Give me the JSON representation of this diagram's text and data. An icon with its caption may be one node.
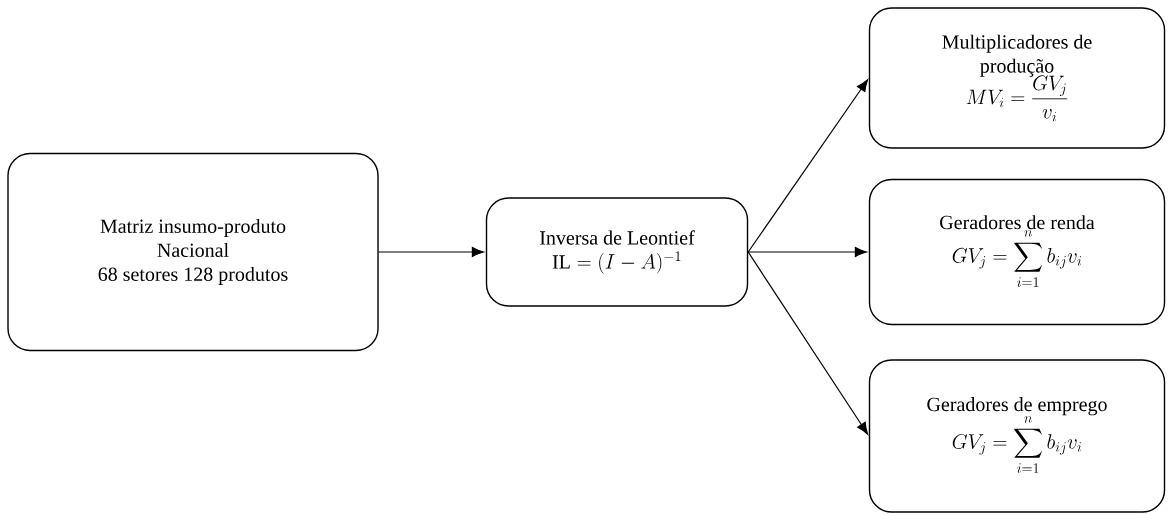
{
  "diagram": {
    "nodes": [
      {
        "text": [
          "Matriz insumo-produto",
          "Nacional",
          "68 setores 128 produtos"
        ]
      },
      {
        "text": [
          "Inversa de Leontief",
          "\\mathrm{IL} = (I-A)^{-1}"
        ]
      },
      {
        "text": [
          "Multiplicadores de produção",
          "MV_i = \\frac{GV_j}{v_i}"
        ]
      },
      {
        "text": [
          "Geradores de renda",
          "GV_j = \\sum_{i=1}^{n} b_{ij} v_i"
        ]
      },
      {
        "text": [
          "Geradores de emprego",
          "GV_j = \\sum_{i=1}^{n} b_{ij} v_i"
        ]
      }
    ],
    "edges": [
      {
        "from": 0,
        "to": 1,
        "arrow": "to"
      },
      {
        "from": 1,
        "to": 2,
        "arrow": "to"
      },
      {
        "from": 1,
        "to": 3,
        "arrow": "to"
      },
      {
        "from": 1,
        "to": 4,
        "arrow": "to"
      }
    ]
  }
}
